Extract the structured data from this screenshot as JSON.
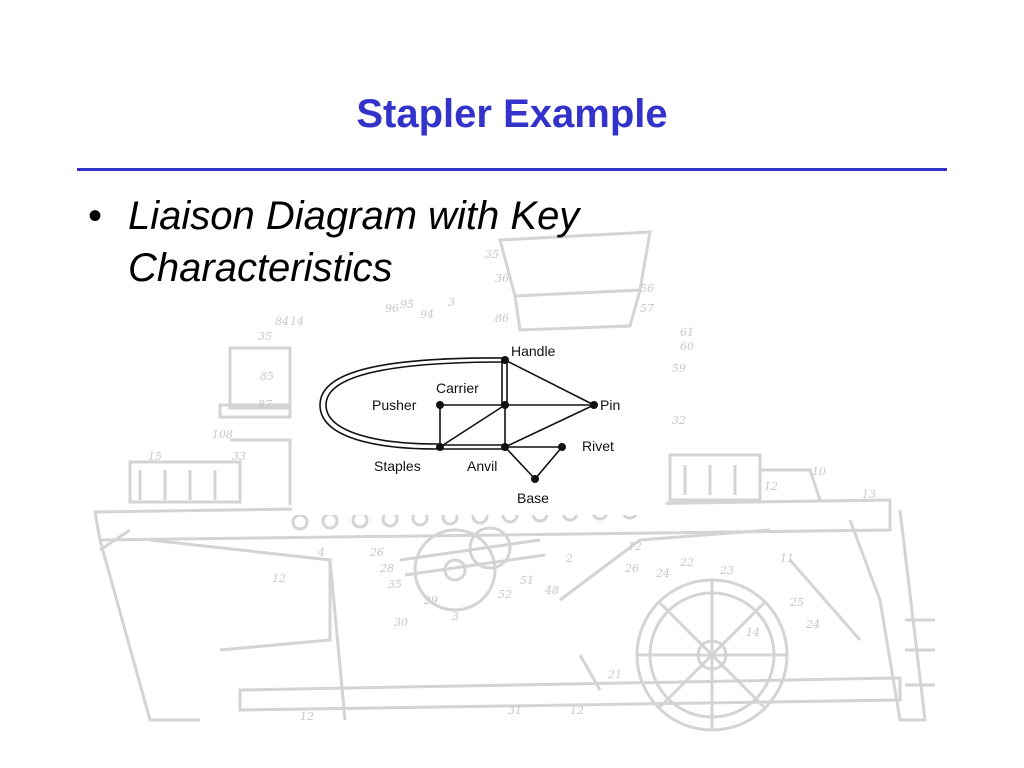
{
  "slide": {
    "title": "Stapler Example",
    "bullet_symbol": "•",
    "bullet_text": "Liaison Diagram with Key Characteristics"
  },
  "diagram": {
    "nodes": [
      {
        "id": "handle",
        "label": "Handle"
      },
      {
        "id": "carrier",
        "label": "Carrier"
      },
      {
        "id": "pusher",
        "label": "Pusher"
      },
      {
        "id": "pin",
        "label": "Pin"
      },
      {
        "id": "staples",
        "label": "Staples"
      },
      {
        "id": "anvil",
        "label": "Anvil"
      },
      {
        "id": "rivet",
        "label": "Rivet"
      },
      {
        "id": "base",
        "label": "Base"
      }
    ],
    "liaisons": [
      [
        "handle",
        "carrier",
        "double"
      ],
      [
        "handle",
        "pin"
      ],
      [
        "carrier",
        "pusher"
      ],
      [
        "carrier",
        "pin"
      ],
      [
        "carrier",
        "staples"
      ],
      [
        "carrier",
        "anvil"
      ],
      [
        "anvil",
        "pin"
      ],
      [
        "anvil",
        "staples",
        "double"
      ],
      [
        "anvil",
        "rivet"
      ],
      [
        "anvil",
        "base"
      ],
      [
        "rivet",
        "base"
      ],
      [
        "pusher",
        "staples"
      ],
      [
        "handle",
        "staples",
        "double-arc"
      ]
    ]
  },
  "colors": {
    "title": "#3333cc",
    "rule": "#3333cc",
    "background_drawing": "#d9d9d9"
  }
}
